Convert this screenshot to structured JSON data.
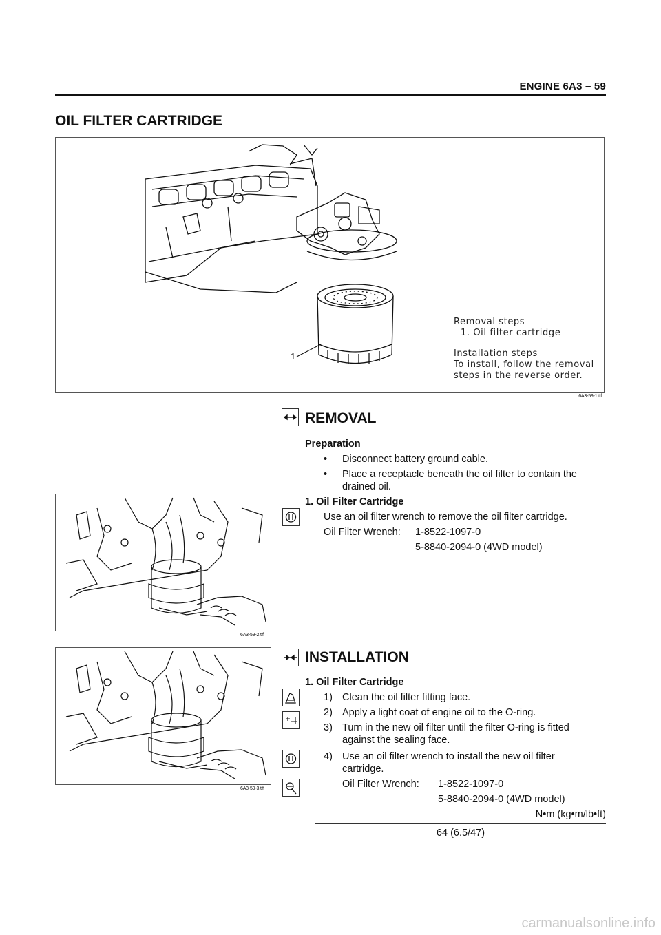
{
  "header": {
    "title": "ENGINE  6A3 – 59"
  },
  "section_title": "OIL FILTER CARTRIDGE",
  "figure1": {
    "caption": "6A3-59-1.tif",
    "callout": "1",
    "legend": {
      "removal_heading": "Removal steps",
      "removal_item": "1. Oil filter cartridge",
      "install_heading": "Installation steps",
      "install_line1": "To install, follow the removal",
      "install_line2": "steps in the reverse order."
    }
  },
  "figure2": {
    "caption": "6A3-59-2.tif"
  },
  "figure3": {
    "caption": "6A3-59-3.tif"
  },
  "removal": {
    "heading": "REMOVAL",
    "icon": "removal-arrows-icon",
    "preparation": "Preparation",
    "bullets": [
      "Disconnect battery ground cable.",
      "Place a receptacle beneath the oil filter to contain the",
      "drained oil."
    ],
    "step_title": "1.  Oil Filter Cartridge",
    "step_icon": "filter-wrench-icon",
    "step_text": "Use an oil filter wrench to remove the oil filter cartridge.",
    "tool_label": "Oil Filter Wrench:",
    "tool_1": "1-8522-1097-0",
    "tool_2": "5-8840-2094-0 (4WD model)"
  },
  "installation": {
    "heading": "INSTALLATION",
    "icon": "installation-arrows-icon",
    "step_title": "1.  Oil Filter Cartridge",
    "steps": [
      {
        "n": "1)",
        "text": "Clean the oil filter fitting face.",
        "icon": "cleaning-icon"
      },
      {
        "n": "2)",
        "text": "Apply a light coat of engine oil to the O-ring.",
        "icon": "oil-can-icon"
      },
      {
        "n": "3)",
        "text": "Turn in the new oil filter until the filter O-ring is fitted",
        "text2": "against the sealing face."
      },
      {
        "n": "4)",
        "text": "Use an oil filter wrench to install the new oil filter",
        "text2": "cartridge.",
        "icon": "filter-wrench-icon"
      }
    ],
    "torque_icon": "torque-wrench-icon",
    "tool_label": "Oil Filter Wrench:",
    "tool_1": "1-8522-1097-0",
    "tool_2": "5-8840-2094-0 (4WD model)",
    "torque_unit": "N•m (kg•m/lb•ft)",
    "torque_value": "64 (6.5/47)"
  },
  "footer": {
    "watermark": "carmanualsonline.info"
  }
}
